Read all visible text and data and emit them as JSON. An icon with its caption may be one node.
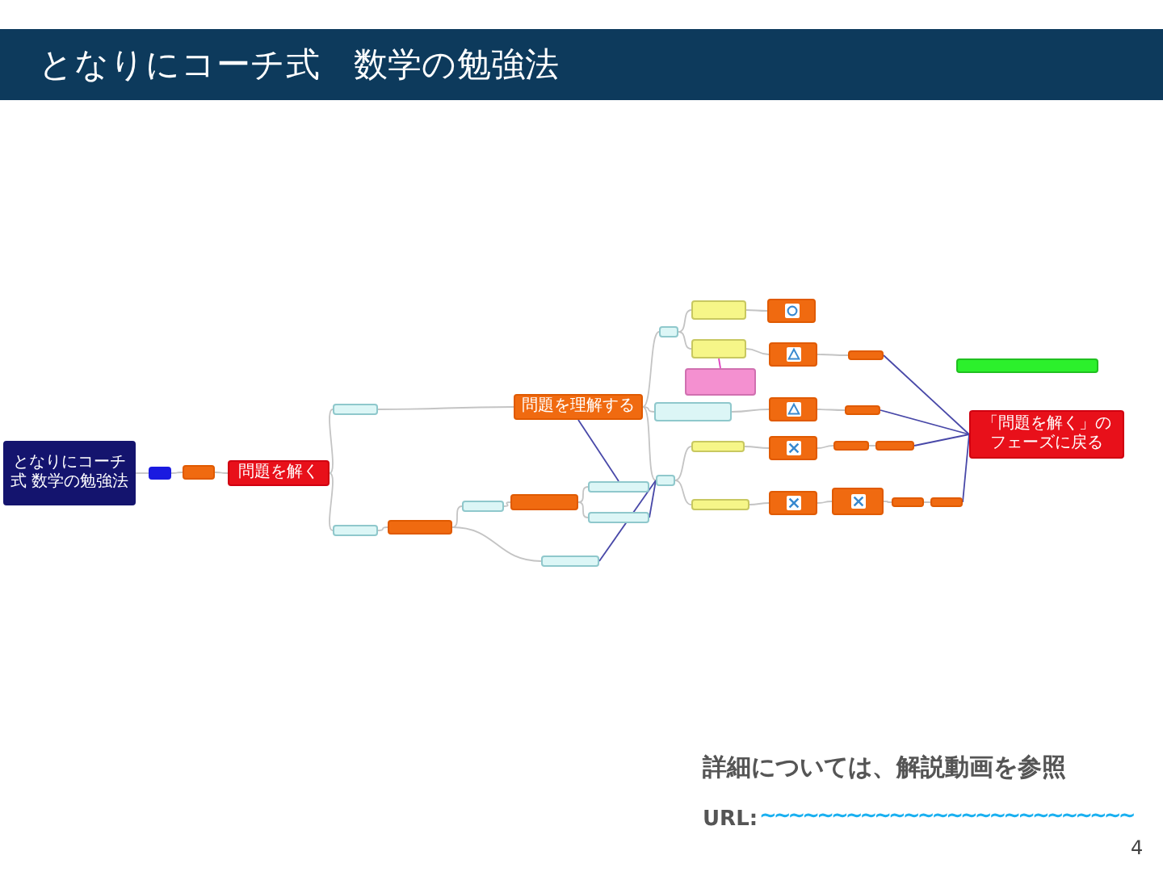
{
  "diagram": {
    "title": "となりにコーチ式　数学の勉強法",
    "nodes": [
      {
        "text": [
          "となりにコーチ式 数学の勉強法"
        ]
      },
      {
        "text": [],
        "shape": "box"
      },
      {
        "text": [],
        "shape": "box"
      },
      {
        "text": [
          "問題を解く"
        ]
      },
      {
        "text": [],
        "shape": "box"
      },
      {
        "text": [
          "問題を理解する"
        ]
      },
      {
        "text": [],
        "shape": "box"
      },
      {
        "text": [],
        "shape": "box"
      },
      {
        "text": [],
        "shape": "box"
      },
      {
        "text": [],
        "shape": "box"
      },
      {
        "text": [],
        "shape": "box"
      },
      {
        "text": [],
        "shape": "box"
      },
      {
        "text": [],
        "shape": "box"
      },
      {
        "text": [],
        "shape": "box"
      },
      {
        "text": [],
        "shape": "box"
      },
      {
        "text": [],
        "shape": "box"
      },
      {
        "text": [],
        "shape": "box"
      },
      {
        "text": [],
        "shape": "box"
      },
      {
        "text": [],
        "shape": "box"
      },
      {
        "text": [],
        "shape": "box"
      },
      {
        "text": [],
        "shape": "box"
      },
      {
        "text": [],
        "shape": "box"
      },
      {
        "text": [],
        "shape": "box"
      },
      {
        "text": [],
        "shape": "box"
      },
      {
        "text": [],
        "shape": "box"
      },
      {
        "text": [],
        "shape": "box"
      },
      {
        "text": [
          "「問題を解く」のフェーズに戻る"
        ]
      },
      {
        "text": [],
        "shape": "box"
      },
      {
        "text": [],
        "shape": "box"
      },
      {
        "text": [],
        "shape": "box"
      },
      {
        "text": [],
        "shape": "box"
      },
      {
        "text": [],
        "shape": "box"
      },
      {
        "text": [],
        "shape": "box"
      },
      {
        "text": [],
        "shape": "box"
      },
      {
        "text": [],
        "shape": "box"
      }
    ],
    "edges": [
      {
        "from": 0,
        "to": 1,
        "arrow": "none"
      },
      {
        "from": 1,
        "to": 2,
        "arrow": "none"
      },
      {
        "from": 2,
        "to": 3,
        "arrow": "none"
      },
      {
        "from": 3,
        "to": 4,
        "arrow": "none"
      },
      {
        "from": 3,
        "to": 28,
        "arrow": "none"
      },
      {
        "from": 4,
        "to": 5,
        "arrow": "none"
      },
      {
        "from": 5,
        "to": 6,
        "arrow": "none"
      },
      {
        "from": 5,
        "to": 10,
        "arrow": "none"
      },
      {
        "from": 5,
        "to": 11,
        "arrow": "none"
      },
      {
        "from": 6,
        "to": 7,
        "arrow": "none"
      },
      {
        "from": 6,
        "to": 8,
        "arrow": "none"
      },
      {
        "from": 8,
        "to": 9,
        "arrow": "none",
        "color": "#e040c0"
      },
      {
        "from": 7,
        "to": 14,
        "arrow": "none"
      },
      {
        "from": 8,
        "to": 15,
        "arrow": "none"
      },
      {
        "from": 10,
        "to": 16,
        "arrow": "none"
      },
      {
        "from": 11,
        "to": 12,
        "arrow": "none"
      },
      {
        "from": 11,
        "to": 13,
        "arrow": "none"
      },
      {
        "from": 12,
        "to": 17,
        "arrow": "none"
      },
      {
        "from": 13,
        "to": 18,
        "arrow": "none"
      },
      {
        "from": 15,
        "to": 19,
        "arrow": "none"
      },
      {
        "from": 16,
        "to": 20,
        "arrow": "none"
      },
      {
        "from": 17,
        "to": 21,
        "arrow": "none"
      },
      {
        "from": 21,
        "to": 22,
        "arrow": "none"
      },
      {
        "from": 18,
        "to": 23,
        "arrow": "none"
      },
      {
        "from": 23,
        "to": 24,
        "arrow": "none"
      },
      {
        "from": 24,
        "to": 25,
        "arrow": "none"
      },
      {
        "from": 19,
        "to": 26,
        "arrow": "none",
        "color": "#4848a8"
      },
      {
        "from": 20,
        "to": 26,
        "arrow": "none",
        "color": "#4848a8"
      },
      {
        "from": 22,
        "to": 26,
        "arrow": "none",
        "color": "#4848a8"
      },
      {
        "from": 25,
        "to": 26,
        "arrow": "none",
        "color": "#4848a8"
      },
      {
        "from": 28,
        "to": 29,
        "arrow": "none"
      },
      {
        "from": 29,
        "to": 30,
        "arrow": "none"
      },
      {
        "from": 29,
        "to": 34,
        "arrow": "none"
      },
      {
        "from": 30,
        "to": 31,
        "arrow": "none"
      },
      {
        "from": 31,
        "to": 32,
        "arrow": "none"
      },
      {
        "from": 31,
        "to": 33,
        "arrow": "none"
      },
      {
        "from": 32,
        "to": 5,
        "arrow": "none",
        "color": "#4848a8"
      },
      {
        "from": 33,
        "to": 11,
        "arrow": "none",
        "color": "#4848a8"
      },
      {
        "from": 34,
        "to": 11,
        "arrow": "none",
        "color": "#4848a8"
      }
    ],
    "labels": [
      "詳細については、解説動画を参照",
      "URL:",
      "~~~~~~~~~~~~~~~~~~~~~~~~~~",
      "4"
    ]
  }
}
